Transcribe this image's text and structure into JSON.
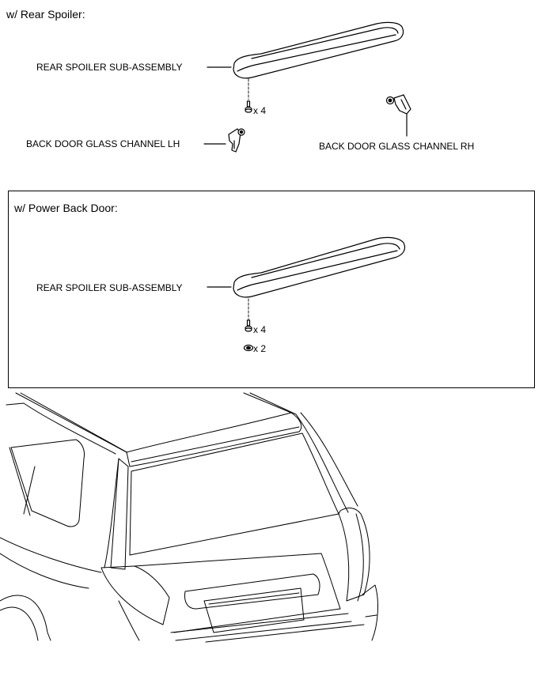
{
  "section1": {
    "title": "w/ Rear Spoiler:",
    "spoiler_label": "REAR SPOILER SUB-ASSEMBLY",
    "screw_qty": "x 4",
    "channel_lh_label": "BACK DOOR GLASS CHANNEL LH",
    "channel_rh_label": "BACK DOOR GLASS CHANNEL RH"
  },
  "section2": {
    "title": "w/ Power Back Door:",
    "spoiler_label": "REAR SPOILER SUB-ASSEMBLY",
    "screw_qty": "x 4",
    "nut_qty": "x 2"
  },
  "icons": [
    "spoiler-icon",
    "screw-icon",
    "nut-icon",
    "glass-channel-lh-icon",
    "glass-channel-rh-icon",
    "vehicle-rear-icon"
  ]
}
